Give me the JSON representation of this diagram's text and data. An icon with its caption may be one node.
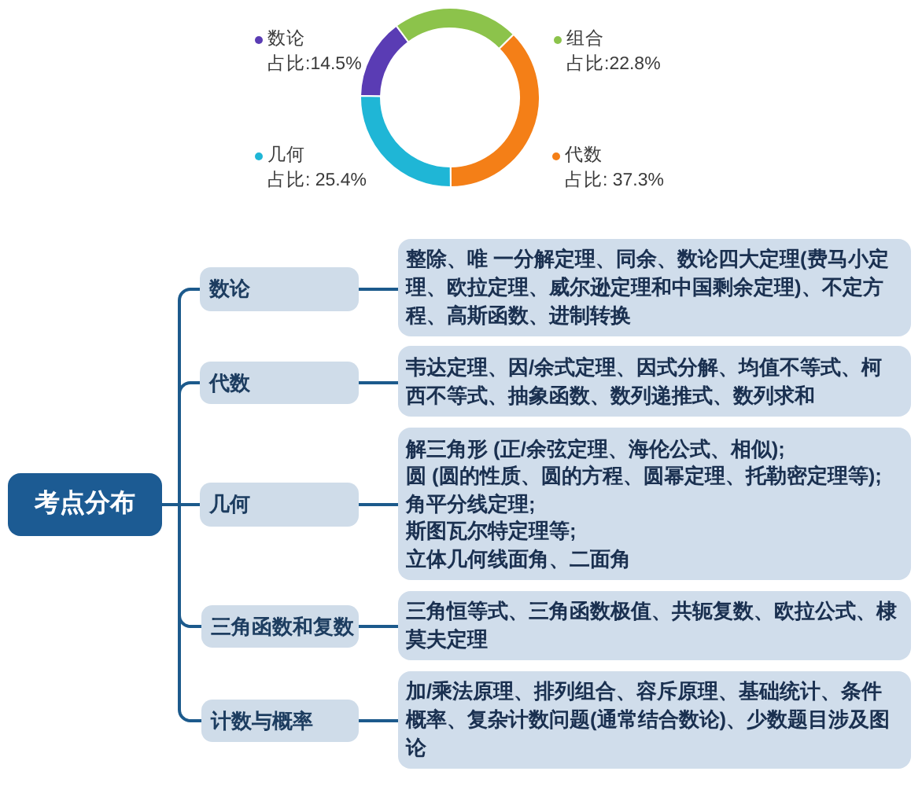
{
  "diagram": {
    "nodes": [
      {
        "text": [
          "考点分布"
        ]
      },
      {
        "text": [
          "数论"
        ]
      },
      {
        "text": [
          "整除、唯 一分解定理、同余、数论四大定理(费马小定理、欧拉定理、威尔逊定理和中国剩余定理)、不定方程、高斯函数、进制转换"
        ]
      },
      {
        "text": [
          "代数"
        ]
      },
      {
        "text": [
          "韦达定理、因/余式定理、因式分解、均值不等式、柯西不等式、抽象函数、数列递推式、数列求和"
        ]
      },
      {
        "text": [
          "几何"
        ]
      },
      {
        "text": [
          "解三角形 (正/余弦定理、海伦公式、相似);",
          "圆 (圆的性质、圆的方程、圆幂定理、托勒密定理等);",
          "角平分线定理;",
          "斯图瓦尔特定理等;",
          "立体几何线面角、二面角"
        ]
      },
      {
        "text": [
          "三角函数和复数"
        ]
      },
      {
        "text": [
          "三角恒等式、三角函数极值、共轭复数、欧拉公式、棣莫夫定理"
        ]
      },
      {
        "text": [
          "计数与概率"
        ]
      },
      {
        "text": [
          "加/乘法原理、排列组合、容斥原理、基础统计、条件概率、复杂计数问题(通常结合数论)、少数题目涉及图论"
        ]
      }
    ],
    "edges": [
      {
        "from": 0,
        "to": 1,
        "arrow": "none"
      },
      {
        "from": 0,
        "to": 3,
        "arrow": "none"
      },
      {
        "from": 0,
        "to": 5,
        "arrow": "none"
      },
      {
        "from": 0,
        "to": 7,
        "arrow": "none"
      },
      {
        "from": 0,
        "to": 9,
        "arrow": "none"
      },
      {
        "from": 1,
        "to": 2,
        "arrow": "none"
      },
      {
        "from": 3,
        "to": 4,
        "arrow": "none"
      },
      {
        "from": 5,
        "to": 6,
        "arrow": "none"
      },
      {
        "from": 7,
        "to": 8,
        "arrow": "none"
      },
      {
        "from": 9,
        "to": 10,
        "arrow": "none"
      }
    ],
    "chart_data": {
      "type": "donut",
      "categories": [
        "数论",
        "组合",
        "代数",
        "几何"
      ],
      "values": [
        14.5,
        22.8,
        37.3,
        25.4
      ],
      "value_labels": [
        "占比:14.5%",
        "占比:22.8%",
        "占比: 37.3%",
        "占比: 25.4%"
      ],
      "legend": "top-left"
    }
  }
}
